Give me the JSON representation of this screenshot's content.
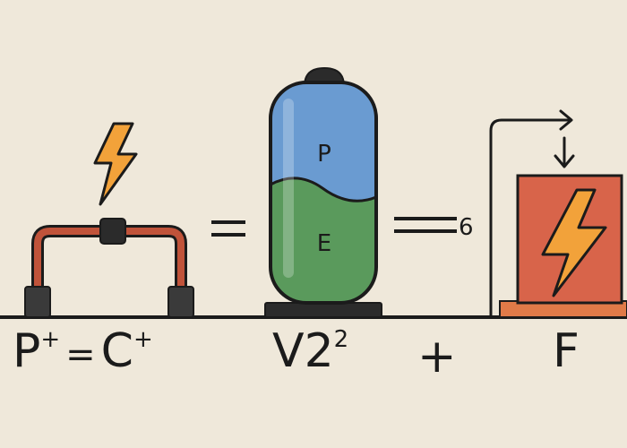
{
  "colors": {
    "background": "#efe8da",
    "ink": "#1b1b1b",
    "wire": "#c0533a",
    "bolt": "#f2a23a",
    "battery_top": "#6a9bd1",
    "battery_bottom": "#5a9a5c",
    "box": "#d8644a"
  },
  "battery": {
    "top_letter": "P",
    "bottom_letter": "E"
  },
  "equals_six_label": "6",
  "labels": {
    "left": {
      "base": "P",
      "sup": "+",
      "eq": "=",
      "base2": "C",
      "sup2": "+"
    },
    "middle": {
      "base": "V2",
      "sup": "2"
    },
    "plus": "+",
    "right": "F"
  },
  "icons": [
    "lightning-bolt-icon",
    "lightning-bolt-icon",
    "arrow-right-icon",
    "arrow-down-icon"
  ]
}
